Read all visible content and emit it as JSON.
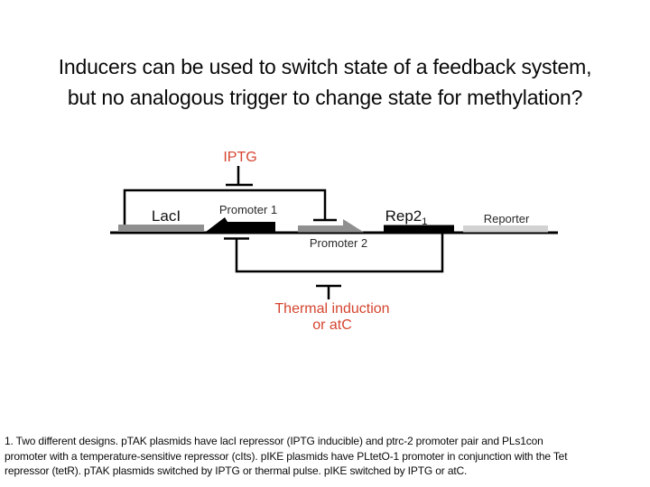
{
  "slide": {
    "title_line1": "Inducers can be used to switch state of a feedback system,",
    "title_line2": "but no analogous trigger to change state for methylation?"
  },
  "diagram": {
    "inducer_top_label": "IPTG",
    "inducer_bottom_line1": "Thermal induction",
    "inducer_bottom_line2": "or atC",
    "genes": {
      "lacI": "LacI",
      "promoter1": "Promoter 1",
      "promoter2": "Promoter 2",
      "rep2_base": "Rep2",
      "rep2_subscript": "1",
      "reporter": "Reporter"
    },
    "colors": {
      "accent_red": "#d5452f",
      "gene_gray": "#8f8f8f",
      "gene_black": "#000000",
      "reporter_light_gray": "#d2d2d2",
      "line_black": "#000000"
    }
  },
  "footnote": {
    "lines": [
      "1.  Two different designs. pTAK plasmids have lacI repressor (IPTG inducible) and ptrc-2 promoter pair and  PLs1con",
      "promoter with a temperature-sensitive repressor (cIts). pIKE plasmids have PLtetO-1 promoter in conjunction with the Tet",
      "repressor (tetR). pTAK plasmids switched by IPTG or thermal pulse. pIKE switched by IPTG or atC."
    ]
  }
}
